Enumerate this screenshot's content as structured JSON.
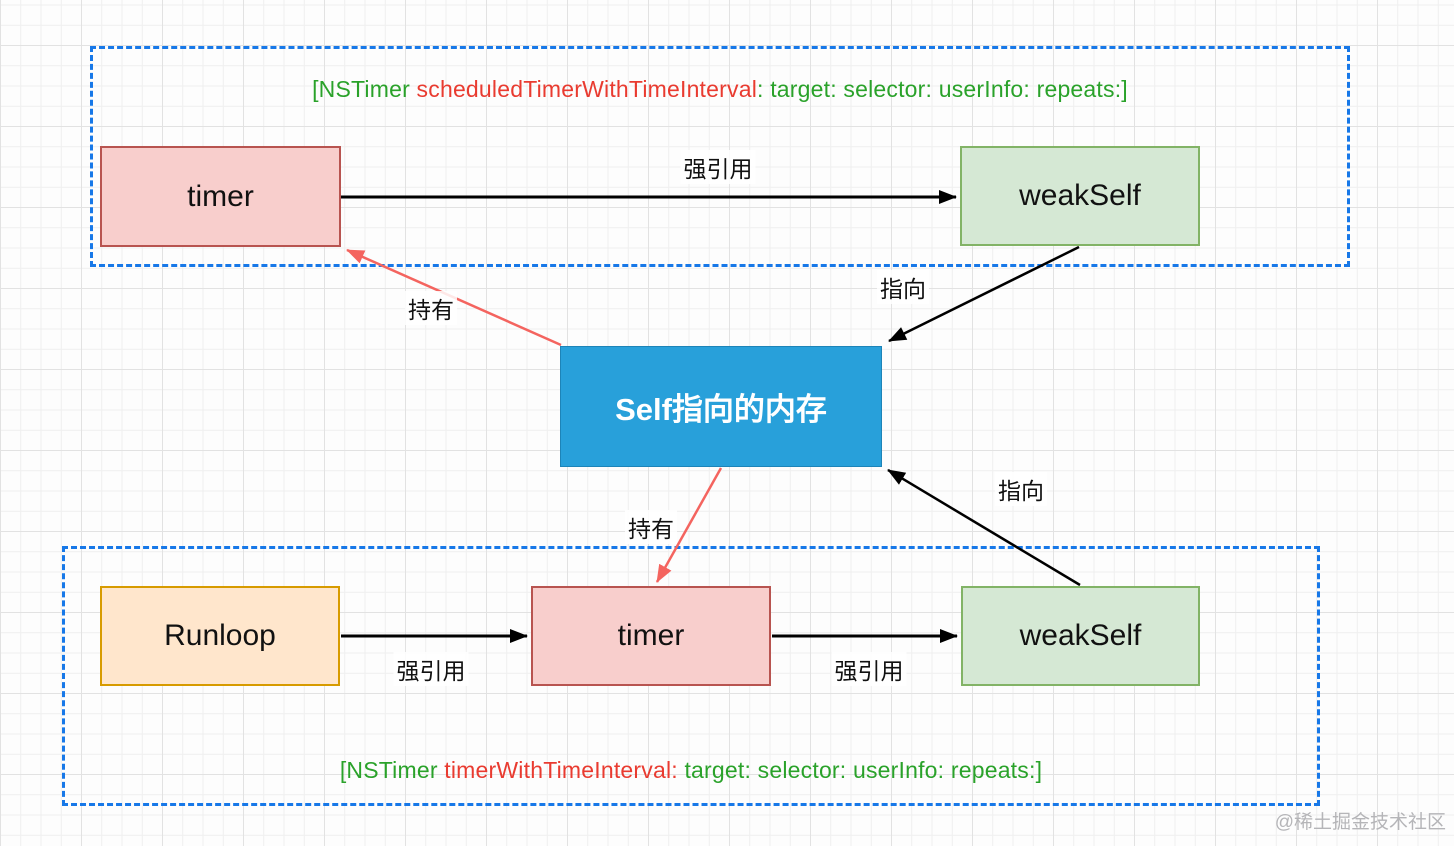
{
  "watermark": "@稀土掘金技术社区",
  "colors": {
    "canvas_bg": "#fdfdfd",
    "grid_minor": "#efefef",
    "grid_major": "#e2e2e2",
    "group_border": "#1778e8",
    "code_green": "#2aa22a",
    "code_red": "#e93b30",
    "node_text": "#111111",
    "timer_fill": "#f8cecc",
    "timer_border": "#b85450",
    "weakself_fill": "#d5e8d4",
    "weakself_border": "#82b366",
    "runloop_fill": "#ffe6cc",
    "runloop_border": "#d79b00",
    "self_fill": "#28a0da",
    "self_border": "#1d84b8",
    "self_text": "#ffffff",
    "arrow_black": "#000000",
    "arrow_red": "#f4645f",
    "watermark_text": "#b5b5b8"
  },
  "top_group": {
    "title": {
      "prefix": "[NSTimer ",
      "method": "scheduledTimerWithTimeInterval",
      "suffix": ": target: selector: userInfo: repeats:]"
    },
    "nodes": {
      "timer": "timer",
      "weakself": "weakSelf"
    }
  },
  "center": {
    "self_memory": "Self指向的内存"
  },
  "bottom_group": {
    "title": {
      "prefix": "[NSTimer ",
      "method": "timerWithTimeInterval:",
      "suffix": " target: selector: userInfo: repeats:]"
    },
    "nodes": {
      "runloop": "Runloop",
      "timer": "timer",
      "weakself": "weakSelf"
    }
  },
  "edge_labels": {
    "strong_ref_top": "强引用",
    "points_to_top": "指向",
    "holds_top": "持有",
    "holds_bottom": "持有",
    "points_to_bottom": "指向",
    "strong_ref_runloop": "强引用",
    "strong_ref_bottom": "强引用"
  }
}
